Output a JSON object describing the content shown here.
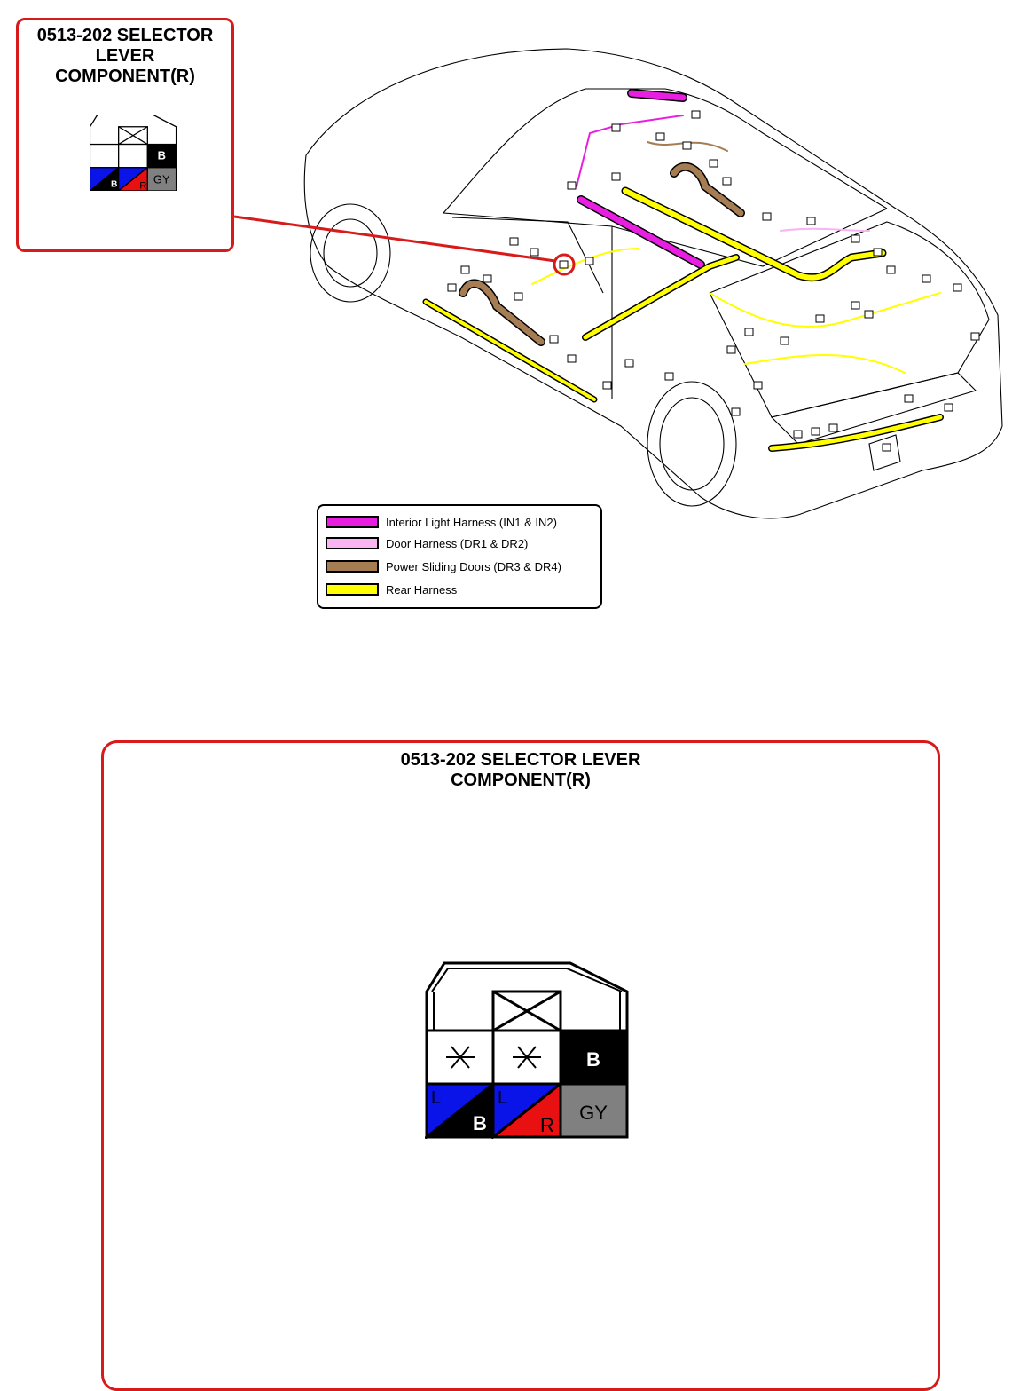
{
  "small_callout": {
    "title_lines": [
      "0513-202 SELECTOR",
      "LEVER",
      "COMPONENT(R)"
    ]
  },
  "large_callout": {
    "title_lines": [
      "0513-202 SELECTOR LEVER",
      "COMPONENT(R)"
    ]
  },
  "connector": {
    "cells": [
      {
        "kind": "unused",
        "label": ""
      },
      {
        "kind": "unused",
        "label": ""
      },
      {
        "kind": "solid",
        "label": "B",
        "color": "#000000",
        "text_color": "#ffffff"
      },
      {
        "kind": "split",
        "top_label": "L",
        "bottom_label": "B",
        "top_color": "#0a14e8",
        "bottom_color": "#000000"
      },
      {
        "kind": "split",
        "top_label": "L",
        "bottom_label": "R",
        "top_color": "#0a14e8",
        "bottom_color": "#e81010"
      },
      {
        "kind": "solid",
        "label": "GY",
        "color": "#808080",
        "text_color": "#000000"
      }
    ]
  },
  "legend": {
    "items": [
      {
        "label": "Interior Light Harness (IN1 & IN2)",
        "color": "#e81ee0"
      },
      {
        "label": "Door Harness (DR1 & DR2)",
        "color": "#f9b4f2"
      },
      {
        "label": "Power Sliding Doors (DR3 & DR4)",
        "color": "#a67c52"
      },
      {
        "label": "Rear Harness",
        "color": "#ffff00"
      }
    ]
  }
}
